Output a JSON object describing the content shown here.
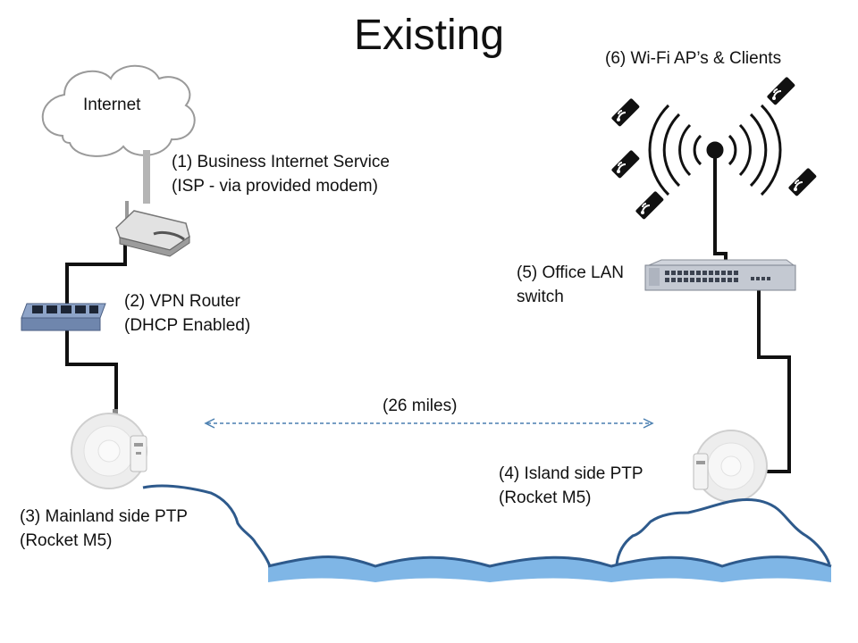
{
  "title": "Existing",
  "internet": {
    "label": "Internet"
  },
  "isp": {
    "line1": "(1) Business Internet Service",
    "line2": "(ISP - via provided modem)"
  },
  "vpn": {
    "line1": "(2) VPN Router",
    "line2": "(DHCP Enabled)"
  },
  "mainland": {
    "line1": "(3) Mainland side PTP",
    "line2": "(Rocket M5)"
  },
  "island": {
    "line1": "(4) Island side PTP",
    "line2": "(Rocket M5)"
  },
  "lan": {
    "line1": "(5) Office LAN",
    "line2": "switch"
  },
  "wifi": {
    "label": "(6) Wi-Fi AP’s & Clients"
  },
  "link": {
    "distance": "(26 miles)"
  },
  "colors": {
    "cable": "#111111",
    "coast": "#2e5a8c",
    "water": "#7fb6e6",
    "link": "#4a7fb0"
  }
}
